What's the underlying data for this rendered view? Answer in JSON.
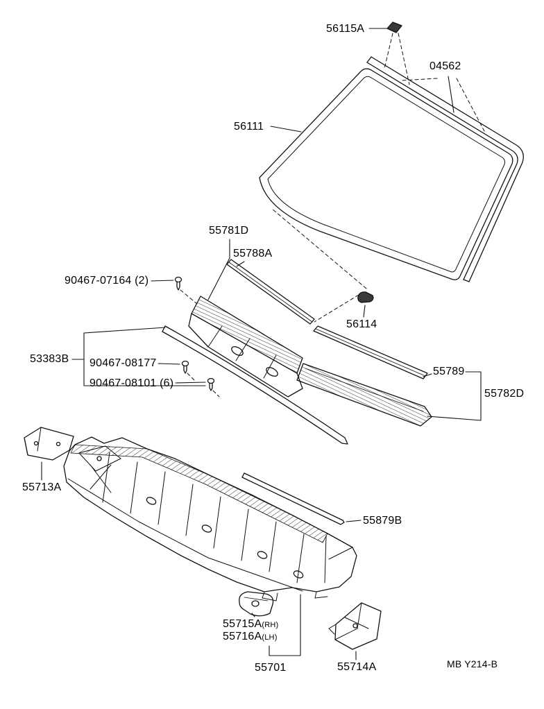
{
  "colors": {
    "ink": "#111111",
    "background": "#ffffff"
  },
  "footer": {
    "drawing_code": "MB Y214-B"
  },
  "parts": {
    "p56115A": "56115A",
    "p04562": "04562",
    "p56111": "56111",
    "p55781D": "55781D",
    "p55788A": "55788A",
    "p90467_07164": "90467-07164 (2)",
    "p56114": "56114",
    "p53383B": "53383B",
    "p90467_08177": "90467-08177",
    "p90467_08101": "90467-08101 (6)",
    "p55789": "55789",
    "p55782D": "55782D",
    "p55713A": "55713A",
    "p55879B": "55879B",
    "p55715A": "55715A",
    "p55715A_side": "(RH)",
    "p55716A": "55716A",
    "p55716A_side": "(LH)",
    "p55701": "55701",
    "p55714A": "55714A"
  }
}
